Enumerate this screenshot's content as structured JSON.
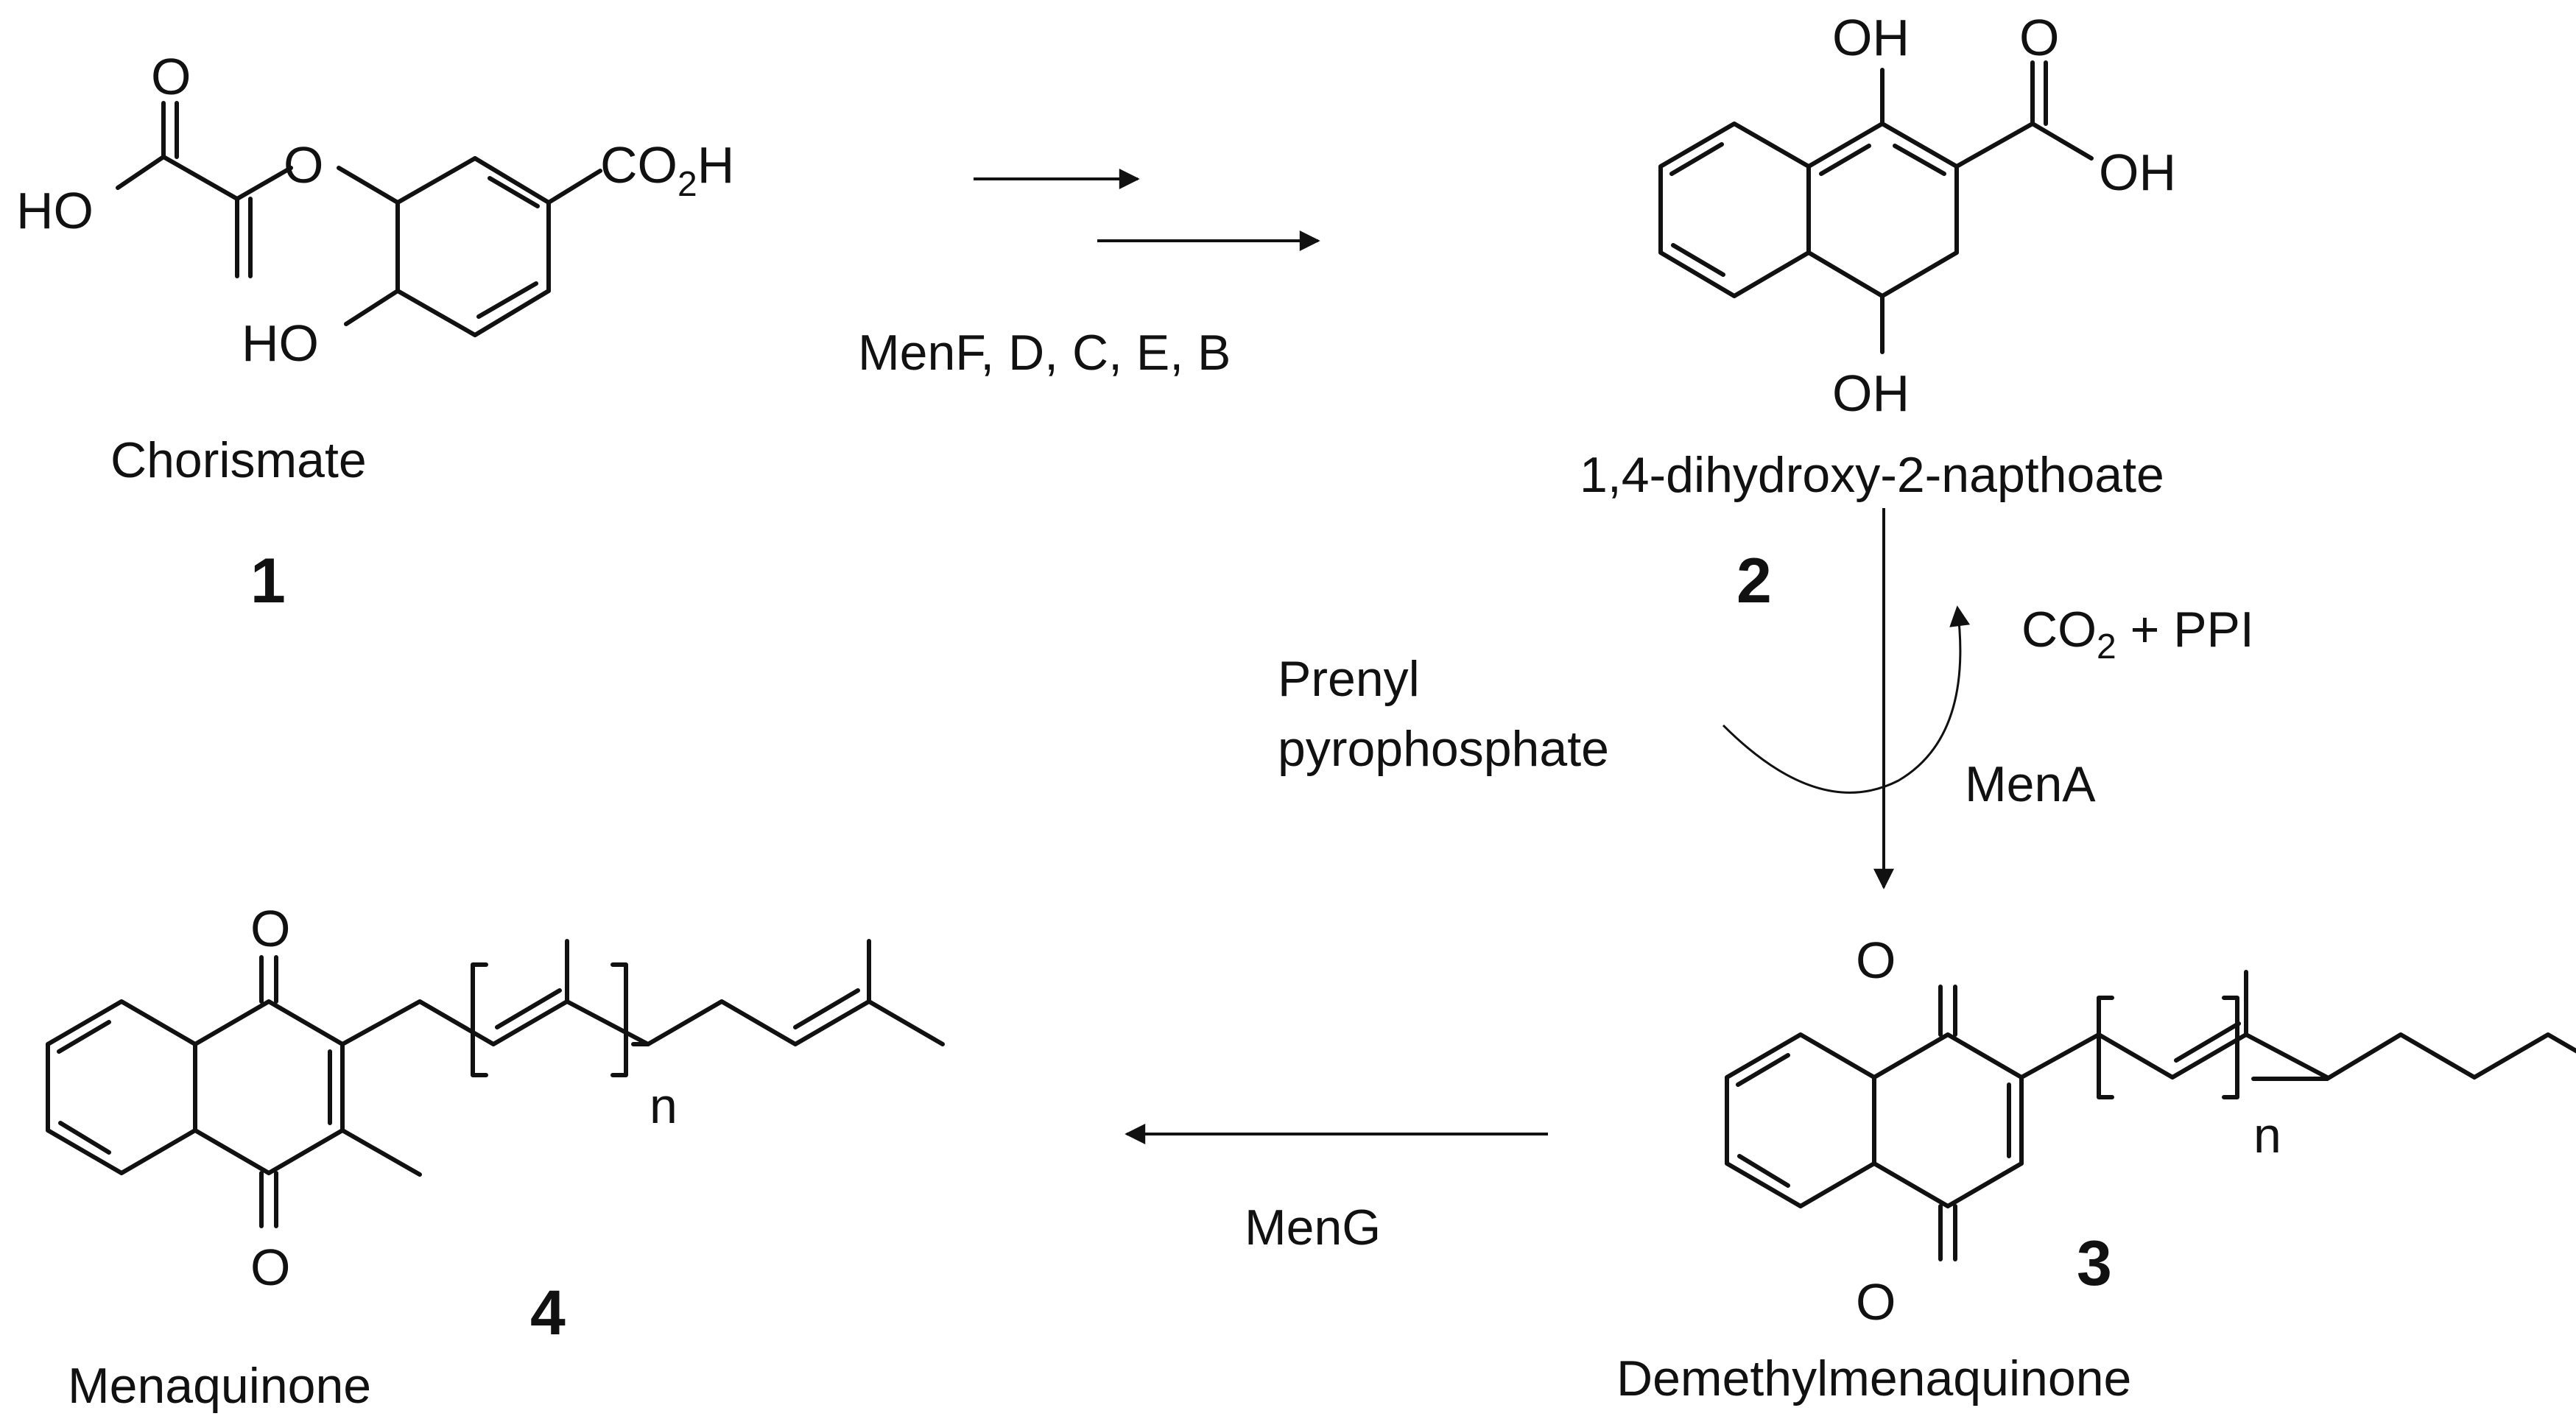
{
  "compounds": [
    {
      "number": "1",
      "name": "Chorismate"
    },
    {
      "number": "2",
      "name": "1,4-dihydroxy-2-napthoate"
    },
    {
      "number": "3",
      "name": "Demethylmenaquinone"
    },
    {
      "number": "4",
      "name": "Menaquinone"
    }
  ],
  "atoms": {
    "O": "O",
    "HO": "HO",
    "OH": "OH",
    "CO2H_main": "CO",
    "CO2H_sub": "2",
    "CO2H_end": "H",
    "n": "n"
  },
  "reactions": {
    "step1_enzymes": "MenF, D, C, E, B",
    "step2_enzyme": "MenA",
    "step2_reagent_line1": "Prenyl",
    "step2_reagent_line2": "pyrophosphate",
    "step2_byproduct_a": "CO",
    "step2_byproduct_sub": "2",
    "step2_byproduct_b": " + PPI",
    "step3_enzyme": "MenG"
  }
}
